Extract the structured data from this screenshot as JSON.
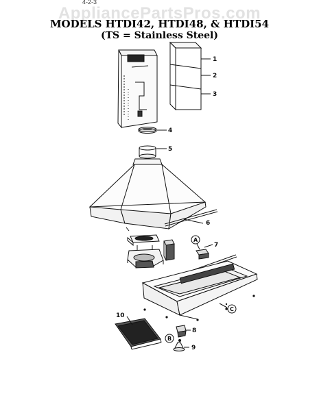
{
  "watermark": "AppliancePartsPros.com",
  "corner_mark": "4-2-3",
  "title_line1": "MODELS HTDI42, HTDI48, & HTDI54",
  "title_line2": "(TS = Stainless Steel)",
  "callouts": [
    "1",
    "2",
    "3",
    "4",
    "5",
    "6",
    "7",
    "8",
    "9",
    "10"
  ],
  "circle_callouts": [
    "A",
    "B",
    "C"
  ]
}
